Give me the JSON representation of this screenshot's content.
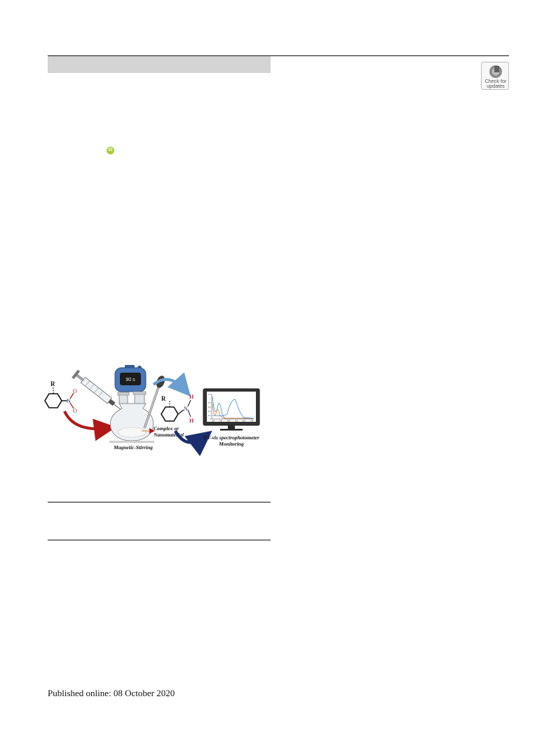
{
  "badge": {
    "line1": "Check for",
    "line2": "updates"
  },
  "orcid": {
    "label": "iD"
  },
  "figure": {
    "r_label_left": "R",
    "nitro_n": "N",
    "nitro_o1": "O",
    "nitro_o2": "O",
    "timer": "90 s",
    "complex_line1": "Complex or",
    "complex_line2": "Nanomaterial",
    "stirring": "Magnetic-Stirring",
    "r_label_right": "R",
    "amine_n": "N",
    "amine_h1": "H",
    "amine_h2": "H",
    "monitor_line1": "UV-vis spectrophotometer",
    "monitor_line2": "Monitoring",
    "y_ticks": [
      "1.2",
      "1",
      "0.8",
      "0.6",
      "0.4",
      "0.2",
      "0"
    ],
    "x_ticks": [
      "200",
      "300",
      "400",
      "500",
      "600",
      "700"
    ]
  },
  "footer": {
    "published": "Published online: 08 October 2020"
  },
  "colors": {
    "nitro_red": "#b01818",
    "amine_blue": "#1b2f6e",
    "arrow_light_blue": "#6a9fd0",
    "timer_blue": "#4a78b8",
    "orcid_green": "#a6ce39",
    "spectrum_blue": "#3a8fd8",
    "spectrum_orange": "#e0782a"
  }
}
